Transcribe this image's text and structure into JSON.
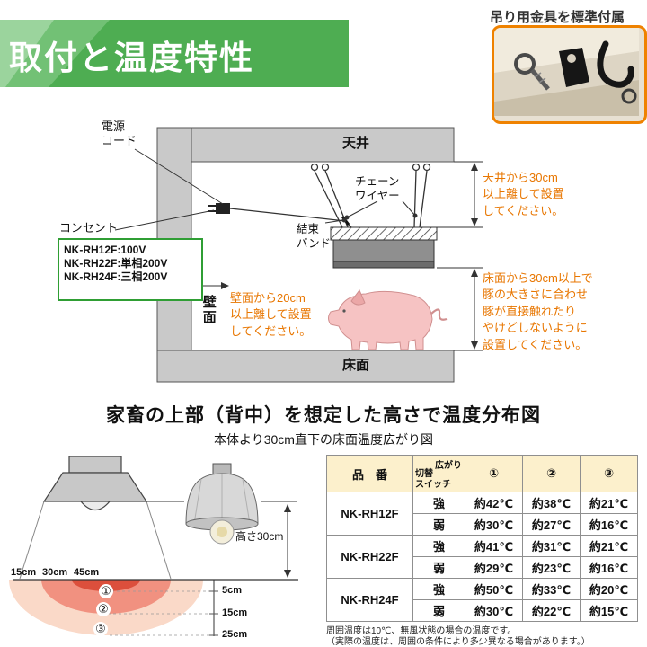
{
  "banner": {
    "title": "取付と温度特性",
    "bg": "#4ead52"
  },
  "accessory": {
    "label": "吊り用金具を標準付属",
    "border_color": "#ef8200"
  },
  "install": {
    "ceiling_label": "天井",
    "wall_label": "壁面",
    "floor_label": "床面",
    "power_cord_lines": [
      "電源",
      "コード"
    ],
    "outlet_label": "コンセント",
    "voltage_lines": [
      "NK-RH12F:100V",
      "NK-RH22F:単相200V",
      "NK-RH24F:三相200V"
    ],
    "chain_lines": [
      "チェーン",
      "ワイヤー"
    ],
    "tie_lines": [
      "結束",
      "バンド"
    ],
    "note_ceiling_lines": [
      "天井から30cm",
      "以上離して設置",
      "してください。"
    ],
    "note_wall_lines": [
      "壁面から20cm",
      "以上離して設置",
      "してください。"
    ],
    "note_floor_lines": [
      "床面から30cm以上で",
      "豚の大きさに合わせ",
      "豚が直接触れたり",
      "やけどしないように",
      "設置してください。"
    ],
    "note_color": "#e87600"
  },
  "distribution": {
    "title": "家畜の上部（背中）を想定した高さで温度分布図",
    "subtitle": "本体より30cm直下の床面温度広がり図",
    "height_label": "高さ30cm",
    "radial_labels": [
      "15cm",
      "30cm",
      "45cm"
    ],
    "depth_labels": [
      "5cm",
      "15cm",
      "25cm"
    ],
    "zone_labels": [
      "①",
      "②",
      "③"
    ],
    "zone_colors": [
      "#dc4f3c",
      "#f19180",
      "#fad9c8"
    ]
  },
  "table": {
    "product_header": "品　番",
    "spread_header": "広がり",
    "switch_header_lines": [
      "切替",
      "スイッチ"
    ],
    "cols": [
      "①",
      "②",
      "③"
    ],
    "products": [
      "NK-RH12F",
      "NK-RH22F",
      "NK-RH24F"
    ],
    "rows": [
      {
        "sw": "強",
        "c1": "約42℃",
        "c2": "約38℃",
        "c3": "約21℃"
      },
      {
        "sw": "弱",
        "c1": "約30℃",
        "c2": "約27℃",
        "c3": "約16℃"
      },
      {
        "sw": "強",
        "c1": "約41℃",
        "c2": "約31℃",
        "c3": "約21℃"
      },
      {
        "sw": "弱",
        "c1": "約29℃",
        "c2": "約23℃",
        "c3": "約16℃"
      },
      {
        "sw": "強",
        "c1": "約50℃",
        "c2": "約33℃",
        "c3": "約20℃"
      },
      {
        "sw": "弱",
        "c1": "約30℃",
        "c2": "約22℃",
        "c3": "約15℃"
      }
    ],
    "footnotes": [
      "周囲温度は10℃、無風状態の場合の温度です。",
      "（実際の温度は、周囲の条件により多少異なる場合があります。）"
    ]
  }
}
